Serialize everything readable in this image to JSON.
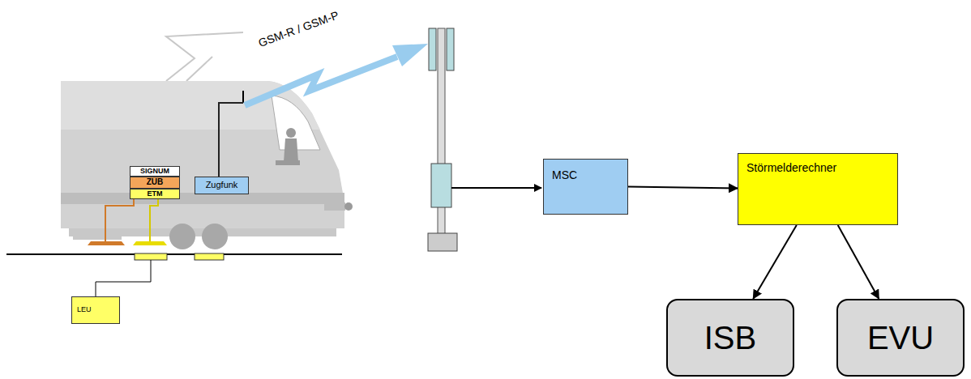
{
  "diagram": {
    "nodes": [
      {
        "text": [
          "SIGNUM"
        ]
      },
      {
        "text": [
          "ZUB"
        ]
      },
      {
        "text": [
          "ETM"
        ]
      },
      {
        "text": [
          "Zugfunk"
        ]
      },
      {
        "text": [
          "LEU"
        ]
      },
      {
        "text": [
          "MSC"
        ]
      },
      {
        "text": [
          "Störmelderechner"
        ]
      },
      {
        "text": [
          "ISB"
        ]
      },
      {
        "text": [
          "EVU"
        ]
      }
    ],
    "edges": [
      {
        "from": 5,
        "to": 6,
        "arrow": "to"
      },
      {
        "from": 6,
        "to": 7,
        "arrow": "to"
      },
      {
        "from": 6,
        "to": 8,
        "arrow": "to"
      }
    ],
    "labels": [
      "GSM-R / GSM-P"
    ]
  }
}
